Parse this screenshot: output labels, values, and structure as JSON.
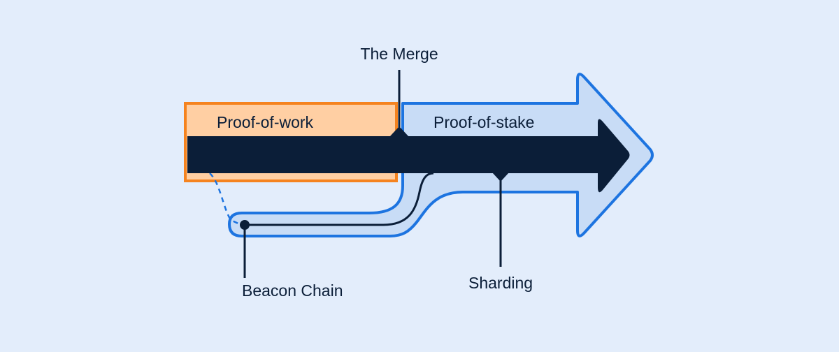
{
  "labels": {
    "merge": "The Merge",
    "pow": "Proof-of-work",
    "pos": "Proof-of-stake",
    "beacon": "Beacon Chain",
    "sharding": "Sharding"
  },
  "colors": {
    "background": "#e3edfb",
    "pos_fill": "#c8dcf6",
    "pos_stroke": "#1d74e0",
    "pow_fill": "#ffcfa3",
    "pow_stroke": "#f5831f",
    "chain": "#0b1e38"
  }
}
